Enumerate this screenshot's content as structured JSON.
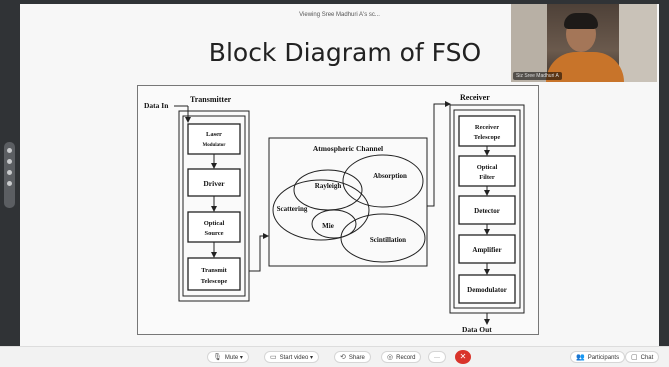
{
  "window": {
    "viewing_text": "Viewing Sree Madhuri A's sc..."
  },
  "video": {
    "participant_name": "Siz Sree Madhuri A"
  },
  "slide": {
    "title": "Block Diagram of FSO"
  },
  "diagram": {
    "data_in": "Data In",
    "transmitter": {
      "heading": "Transmitter",
      "blocks": [
        "Laser",
        "Modulator",
        "Driver",
        "Optical",
        "Source",
        "Transmit",
        "Telescope"
      ]
    },
    "channel": {
      "heading": "Atmospheric Channel",
      "labels": {
        "rayleigh": "Rayleigh",
        "absorption": "Absorption",
        "scattering": "Scattering",
        "mie": "Mie",
        "scintillation": "Scintillation"
      }
    },
    "receiver": {
      "heading": "Receiver",
      "blocks": [
        "Receiver",
        "Telescope",
        "Optical",
        "Filter",
        "Detector",
        "Amplifier",
        "Demodulator"
      ]
    },
    "data_out": "Data Out"
  },
  "toolbar": {
    "mute": "Mute",
    "start_video": "Start video",
    "share": "Share",
    "record": "Record",
    "more": "···",
    "participants": "Participants",
    "chat": "Chat"
  },
  "colors": {
    "end_button": "#d9342b",
    "background": "#303336"
  }
}
